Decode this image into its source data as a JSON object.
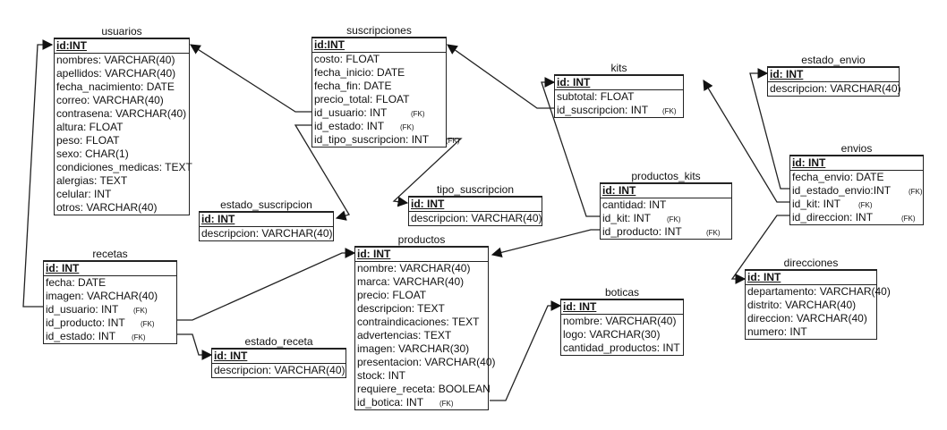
{
  "entities": {
    "usuarios": {
      "name": "usuarios",
      "pk": "id:INT",
      "fields": [
        "nombres: VARCHAR(40)",
        "apellidos: VARCHAR(40)",
        "fecha_nacimiento: DATE",
        "correo: VARCHAR(40)",
        "contrasena: VARCHAR(40)",
        "altura: FLOAT",
        "peso: FLOAT",
        "sexo: CHAR(1)",
        "condiciones_medicas: TEXT",
        "alergias: TEXT",
        "celular: INT",
        "otros: VARCHAR(40)"
      ]
    },
    "suscripciones": {
      "name": "suscripciones",
      "pk": "id:INT",
      "fields": [
        "costo: FLOAT",
        "fecha_inicio: DATE",
        "fecha_fin: DATE",
        "precio_total: FLOAT",
        "id_usuario: INT",
        "id_estado: INT",
        "id_tipo_suscripcion: INT"
      ]
    },
    "estado_suscripcion": {
      "name": "estado_suscripcion",
      "pk": "id: INT",
      "fields": [
        "descripcion: VARCHAR(40)"
      ]
    },
    "tipo_suscripcion": {
      "name": "tipo_suscripcion",
      "pk": "id: INT",
      "fields": [
        "descripcion: VARCHAR(40)"
      ]
    },
    "kits": {
      "name": "kits",
      "pk": "id: INT",
      "fields": [
        "subtotal: FLOAT",
        "id_suscripcion: INT"
      ]
    },
    "estado_envio": {
      "name": "estado_envio",
      "pk": "id: INT",
      "fields": [
        "descripcion: VARCHAR(40)"
      ]
    },
    "envios": {
      "name": "envios",
      "pk": "id: INT",
      "fields": [
        "fecha_envio: DATE",
        "id_estado_envio:INT",
        "id_kit: INT",
        "id_direccion: INT"
      ]
    },
    "productos_kits": {
      "name": "productos_kits",
      "pk": "id: INT",
      "fields": [
        "cantidad: INT",
        "id_kit: INT",
        "id_producto: INT"
      ]
    },
    "productos": {
      "name": "productos",
      "pk": "id: INT",
      "fields": [
        "nombre: VARCHAR(40)",
        "marca: VARCHAR(40)",
        "precio: FLOAT",
        "descripcion: TEXT",
        "contraindicaciones: TEXT",
        "advertencias: TEXT",
        "imagen: VARCHAR(30)",
        "presentacion: VARCHAR(40)",
        "stock: INT",
        "requiere_receta: BOOLEAN",
        "id_botica: INT"
      ]
    },
    "recetas": {
      "name": "recetas",
      "pk": "id: INT",
      "fields": [
        "fecha: DATE",
        "imagen: VARCHAR(40)",
        "id_usuario: INT",
        "id_producto: INT",
        "id_estado: INT"
      ]
    },
    "estado_receta": {
      "name": "estado_receta",
      "pk": "id: INT",
      "fields": [
        "descripcion: VARCHAR(40)"
      ]
    },
    "boticas": {
      "name": "boticas",
      "pk": "id: INT",
      "fields": [
        "nombre: VARCHAR(40)",
        "logo: VARCHAR(30)",
        "cantidad_productos: INT"
      ]
    },
    "direcciones": {
      "name": "direcciones",
      "pk": "id: INT",
      "fields": [
        "departamento: VARCHAR(40)",
        "distrito: VARCHAR(40)",
        "direccion: VARCHAR(40)",
        "numero: INT"
      ]
    }
  },
  "fk_label": "(FK)"
}
